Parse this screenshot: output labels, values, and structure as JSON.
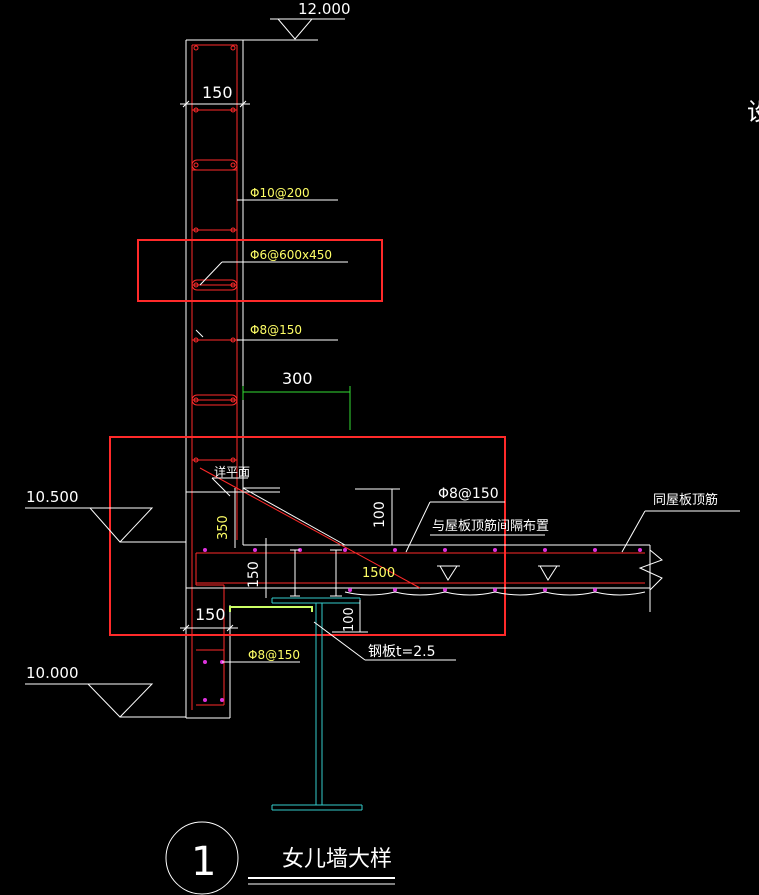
{
  "colors": {
    "background": "#000000",
    "line_white": "#ffffff",
    "line_red": "#ff2a2a",
    "highlight_box": "#ff2a2a",
    "dimension_green": "#33dd33",
    "text_yellow": "#ffff66",
    "steel_cyan": "#33cccc",
    "rebar_magenta": "#dd33dd"
  },
  "elevations": {
    "top": "12.000",
    "roof": "10.500",
    "floor": "10.000"
  },
  "dimensions": {
    "wall_width_top": "150",
    "anchor_length": "300",
    "slab_thickness": "100",
    "haunch_height": "350",
    "plate_height": "150",
    "wall_width_bottom": "150",
    "beam_dim": "100",
    "span": "1500"
  },
  "rebar_labels": {
    "vertical_bars": "Φ10@200",
    "tie_bars": "Φ6@600x450",
    "stirrups": "Φ8@150",
    "slab_bars": "Φ8@150",
    "lower_stirrups": "Φ8@150"
  },
  "notes": {
    "see_plan": "详平面",
    "alternate_with_roof": "与屋板顶筋间隔布置",
    "same_as_roof": "同屋板顶筋",
    "steel_plate": "钢板t=2.5",
    "edge_char": "设"
  },
  "detail": {
    "number": "1",
    "title": "女儿墙大样"
  }
}
